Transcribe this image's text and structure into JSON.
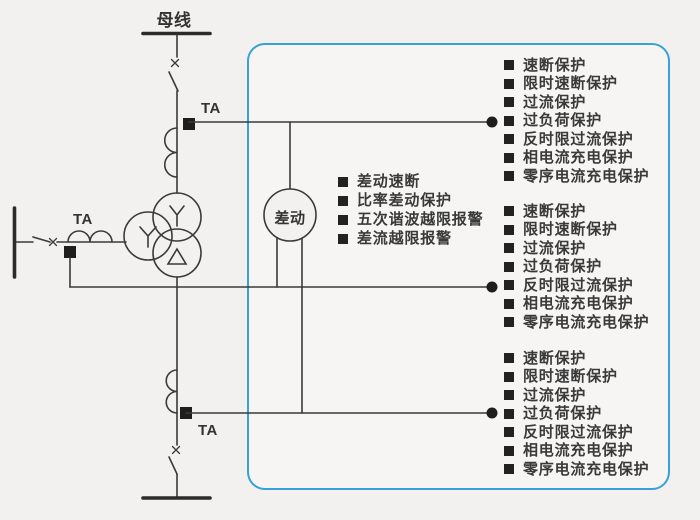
{
  "diagram": {
    "busbar_label": "母线",
    "ta_labels": {
      "top": "TA",
      "left": "TA",
      "bottom": "TA"
    },
    "differential_label": "差动",
    "colors": {
      "background": "#f2f1ef",
      "line": "#3a3a3a",
      "accent_border": "#38a1d5",
      "text": "#333333",
      "marker": "#1e1e1e"
    }
  },
  "differential_list": {
    "items": [
      "差动速断",
      "比率差动保护",
      "五次谐波越限报警",
      "差流越限报警"
    ]
  },
  "protection_lists": [
    {
      "items": [
        "速断保护",
        "限时速断保护",
        "过流保护",
        "过负荷保护",
        "反时限过流保护",
        "相电流充电保护",
        "零序电流充电保护"
      ]
    },
    {
      "items": [
        "速断保护",
        "限时速断保护",
        "过流保护",
        "过负荷保护",
        "反时限过流保护",
        "相电流充电保护",
        "零序电流充电保护"
      ]
    },
    {
      "items": [
        "速断保护",
        "限时速断保护",
        "过流保护",
        "过负荷保护",
        "反时限过流保护",
        "相电流充电保护",
        "零序电流充电保护"
      ]
    }
  ]
}
